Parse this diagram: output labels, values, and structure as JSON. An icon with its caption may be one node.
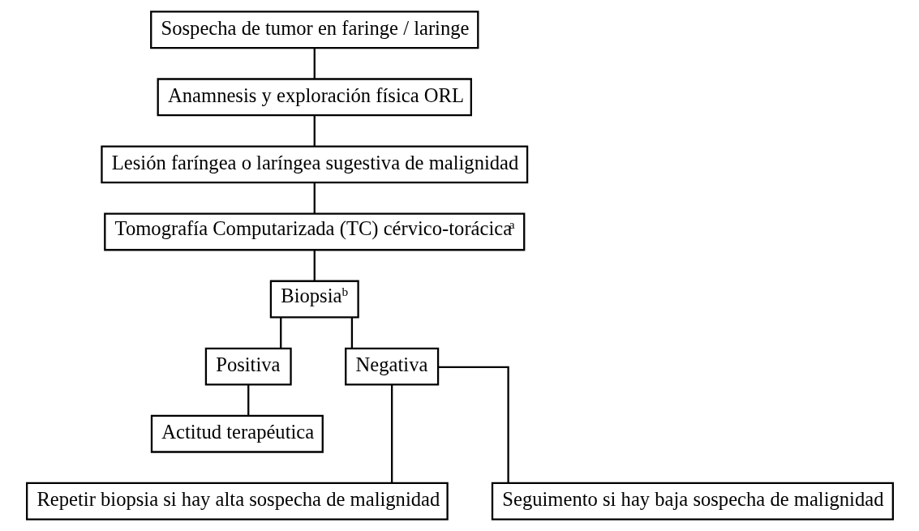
{
  "diagram": {
    "nodes": [
      {
        "text": [
          "Sospecha de tumor en faringe / laringe"
        ]
      },
      {
        "text": [
          "Anamnesis y exploración física ORL"
        ]
      },
      {
        "text": [
          "Lesión faríngea o laríngea sugestiva de malignidad"
        ]
      },
      {
        "text": [
          "Tomografía Computarizada (TC) cérvico-torácica$^{a}$"
        ]
      },
      {
        "text": [
          "Biopsia$^{b}$"
        ]
      },
      {
        "text": [
          "Positiva"
        ]
      },
      {
        "text": [
          "Negativa"
        ]
      },
      {
        "text": [
          "Actitud terapéutica"
        ]
      },
      {
        "text": [
          "Repetir biopsia si hay alta sospecha de malignidad"
        ]
      },
      {
        "text": [
          "Seguimento si hay baja sospecha de malignidad"
        ]
      }
    ],
    "edges": [
      {
        "from": 0,
        "to": 1,
        "arrow": "none"
      },
      {
        "from": 1,
        "to": 2,
        "arrow": "none"
      },
      {
        "from": 2,
        "to": 3,
        "arrow": "none"
      },
      {
        "from": 3,
        "to": 4,
        "arrow": "none"
      },
      {
        "from": 4,
        "to": 5,
        "arrow": "none"
      },
      {
        "from": 4,
        "to": 6,
        "arrow": "none"
      },
      {
        "from": 5,
        "to": 7,
        "arrow": "none"
      },
      {
        "from": 6,
        "to": 8,
        "arrow": "none"
      },
      {
        "from": 6,
        "to": 9,
        "arrow": "none"
      }
    ]
  }
}
